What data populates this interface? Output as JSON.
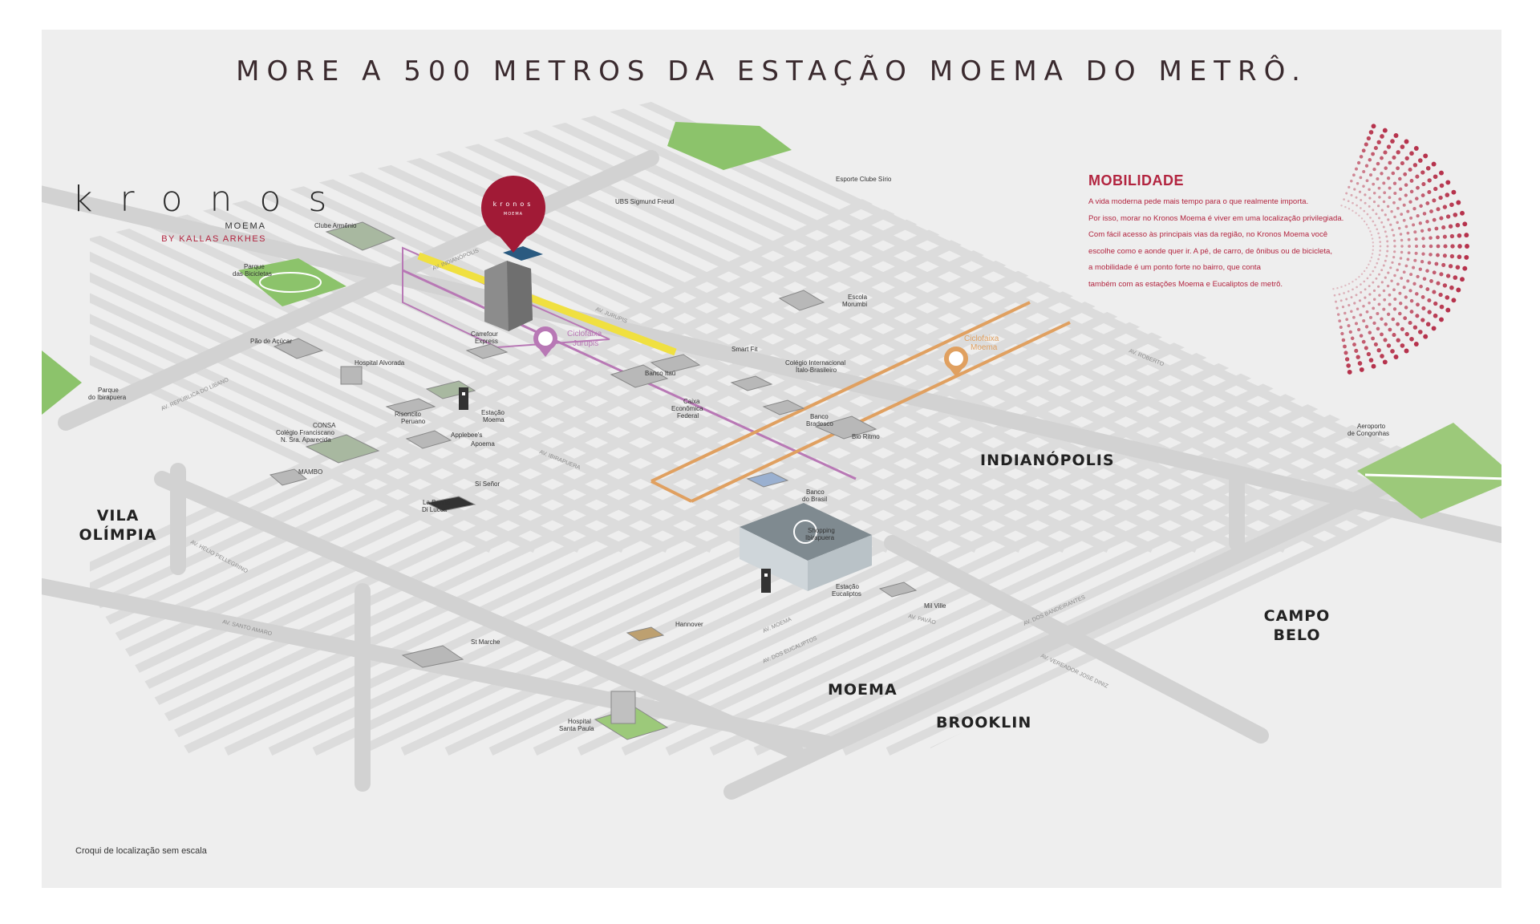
{
  "headline": "MORE A 500 METROS DA ESTAÇÃO MOEMA DO METRÔ.",
  "brand": {
    "name": "kronos",
    "sub": "MOEMA",
    "by": "BY KALLAS ARKHES",
    "pin_name": "kronos",
    "pin_sub": "MOEMA"
  },
  "mobility": {
    "title": "MOBILIDADE",
    "lines": [
      "A vida moderna pede mais tempo para o que realmente importa.",
      "Por isso, morar no Kronos Moema é viver em uma localização privilegiada.",
      "Com fácil acesso às principais vias da região, no Kronos Moema você",
      "escolhe como e aonde quer ir. A pé, de carro, de ônibus ou de bicicleta,",
      "a mobilidade é um ponto forte no bairro, que conta",
      "também com as estações Moema e Eucaliptos de metrô."
    ]
  },
  "footnote": "Croqui de localização sem escala",
  "districts": [
    "VILA",
    "OLÍMPIA",
    "INDIANÓPOLIS",
    "CAMPO",
    "BELO",
    "MOEMA",
    "BROOKLIN"
  ],
  "bike_lanes": [
    {
      "name1": "Ciclofaixa",
      "name2": "Jurupis",
      "color": "#b878b5"
    },
    {
      "name1": "Ciclofaixa",
      "name2": "Moema",
      "color": "#e0a060"
    }
  ],
  "colors": {
    "accent": "#b2243f",
    "park": "#8cc36b",
    "yellow_route": "#f0e040",
    "road": "#d4d4d4"
  },
  "pois": {
    "ubs": "UBS Sigmund Freud",
    "esporte": "Esporte Clube Sírio",
    "clube": "Clube Armênio",
    "parque_bic1": "Parque",
    "parque_bic2": "das Bicicletas",
    "pao": "Pão de Açúcar",
    "parque_ib1": "Parque",
    "parque_ib2": "do Ibirapuera",
    "hosp_alv": "Hospital Alvorada",
    "carrefour1": "Carrefour",
    "carrefour2": "Express",
    "estacao_moema1": "Estação",
    "estacao_moema2": "Moema",
    "smartfit": "Smart Fit",
    "itau": "Banco Itaú",
    "caixa1": "Caixa",
    "caixa2": "Econômica",
    "caixa3": "Federal",
    "colegio_int1": "Colégio Internacional",
    "colegio_int2": "Ítalo-Brasileiro",
    "escola1": "Escola",
    "escola2": "Morumbi",
    "bradesco1": "Banco",
    "bradesco2": "Bradesco",
    "biori": "Bio Ritmo",
    "risotto1": "Risoncito",
    "risotto2": "Peruano",
    "consa1": "CONSA",
    "consa2": "Colégio Franciscano",
    "consa3": "N. Sra. Aparecida",
    "applebees1": "Applebee's",
    "applebees2": "Apoema",
    "mambo": "MAMBO",
    "sisenor": "Sí Señor",
    "bonna1": "La Bonna",
    "bonna2": "Di Lucca",
    "bb1": "Banco",
    "bb2": "do Brasil",
    "shopping1": "Shopping",
    "shopping2": "Ibirapuera",
    "eucaliptos1": "Estação",
    "eucaliptos2": "Eucaliptos",
    "milvile": "Mil Ville",
    "hannover": "Hannover",
    "stmarche": "St Marche",
    "santapaula1": "Hospital",
    "santapaula2": "Santa Paula",
    "aeroporto1": "Aeroporto",
    "aeroporto2": "de Congonhas"
  },
  "streets": {
    "indianopolis": "AV. INDIANÓPOLIS",
    "libano": "AV. REPÚBLICA DO LÍBANO",
    "ibirapuera": "AV. IBIRAPUERA",
    "helio": "AV. HÉLIO PELLEGRINO",
    "santo_amaro": "AV. SANTO AMARO",
    "bandeirantes": "AV. DOS BANDEIRANTES",
    "vereador": "AV. VEREADOR JOSÉ DINIZ",
    "roberto": "AV. ROBERTO",
    "jurupis": "AV. JURUPIS",
    "eucaliptos": "AV. DOS EUCALIPTOS",
    "moema": "AV. MOEMA",
    "pavao": "AV. PAVÃO"
  }
}
